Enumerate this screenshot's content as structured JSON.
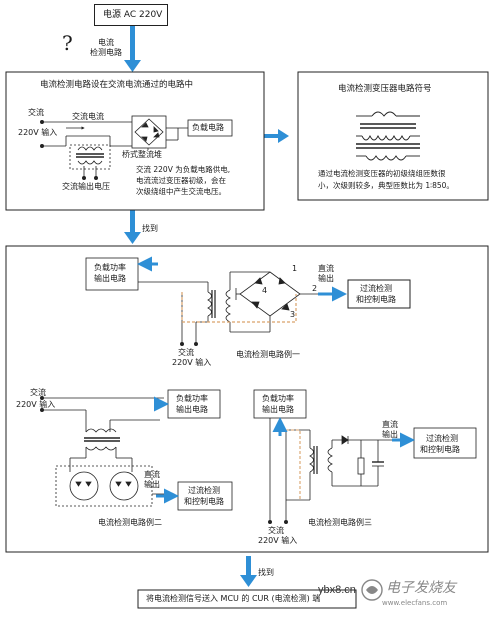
{
  "top": {
    "source": "电源 AC 220V",
    "question_mark": "?",
    "question_label_1": "电流",
    "question_label_2": "检测电路"
  },
  "panel_a": {
    "title": "电流检测电路设在交流电流通过的电路中",
    "ac_in_1": "交流",
    "ac_in_2": "220V 输入",
    "ac_current": "交流电流",
    "load_circuit": "负载电路",
    "bridge": "桥式整流堆",
    "ac_out": "交流输出电压",
    "note_1": "交流 220V 为负载电路供电,",
    "note_2": "电流流过变压器初级，会在",
    "note_3": "次级绕组中产生交流电压。"
  },
  "panel_b": {
    "title": "电流检测变压器电路符号",
    "note_1": "通过电流检测变压器的初级绕组匝数很",
    "note_2": "小，次级则较多，典型匝数比为 1∶850。"
  },
  "find_label_1": "找到",
  "panel_c": {
    "ex1": {
      "load_1": "负载功率",
      "load_2": "输出电路",
      "node_1": "1",
      "node_2": "2",
      "node_3": "3",
      "node_4": "4",
      "dc_1": "直流",
      "dc_2": "输出",
      "ctrl_1": "过流检测",
      "ctrl_2": "和控制电路",
      "ac_1": "交流",
      "ac_2": "220V 输入",
      "caption": "电流检测电路例一"
    },
    "ex2": {
      "ac_1": "交流",
      "ac_2": "220V 输入",
      "load_1": "负载功率",
      "load_2": "输出电路",
      "dc_1": "直流",
      "dc_2": "输出",
      "ctrl_1": "过流检测",
      "ctrl_2": "和控制电路",
      "caption": "电流检测电路例二"
    },
    "ex3": {
      "load_1": "负载功率",
      "load_2": "输出电路",
      "dc_1": "直流",
      "dc_2": "输出",
      "ctrl_1": "过流检测",
      "ctrl_2": "和控制电路",
      "ac_1": "交流",
      "ac_2": "220V 输入",
      "caption": "电流检测电路例三"
    }
  },
  "find_label_2": "找到",
  "bottom": {
    "text": "将电流检测信号送入 MCU 的 CUR (电流检测) 端"
  },
  "watermark": {
    "site": "ybx8.cn",
    "brand": "电子发烧友",
    "url": "www.elecfans.com"
  },
  "colors": {
    "arrow": "#2e8fd6",
    "stroke": "#222222",
    "dashed": "#d9a26a"
  }
}
